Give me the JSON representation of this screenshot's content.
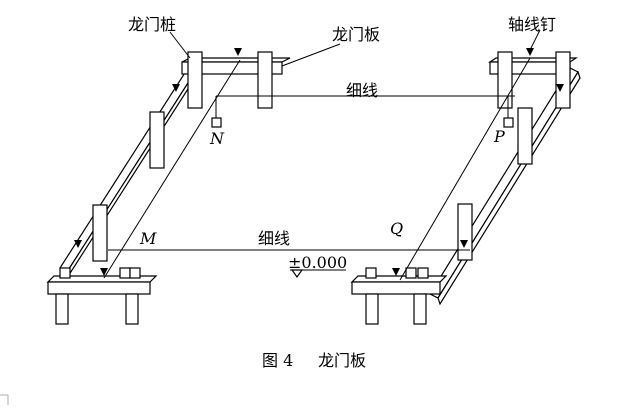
{
  "labels": {
    "batter_stake": "龙门桩",
    "batter_board": "龙门板",
    "axis_nail": "轴线钉",
    "fine_line_top": "细线",
    "fine_line_bottom": "细线",
    "point_n": "N",
    "point_p": "P",
    "point_m": "M",
    "point_q": "Q",
    "elevation": "±0.000"
  },
  "caption": {
    "figure_no": "图 4",
    "title": "龙门板"
  }
}
